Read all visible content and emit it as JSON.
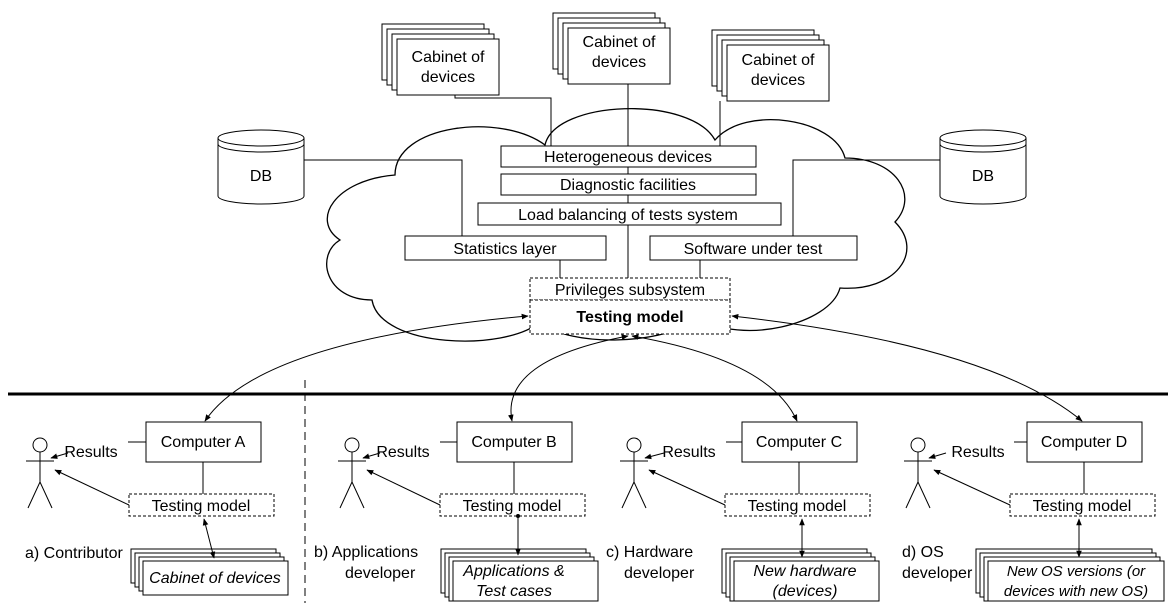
{
  "cabinets": [
    {
      "line1": "Cabinet of",
      "line2": "devices"
    },
    {
      "line1": "Cabinet of",
      "line2": "devices"
    },
    {
      "line1": "Cabinet of",
      "line2": "devices"
    }
  ],
  "databases": [
    "DB",
    "DB"
  ],
  "cloud_layers": {
    "heterogeneous": "Heterogeneous devices",
    "diagnostic": "Diagnostic facilities",
    "load_balancing": "Load balancing of tests system",
    "statistics": "Statistics layer",
    "software": "Software under test",
    "privileges": "Privileges subsystem",
    "testing_model": "Testing model"
  },
  "users": [
    {
      "computer": "Computer A",
      "results": "Results",
      "testing_model": "Testing model",
      "resource_lines": [
        "Cabinet of devices"
      ],
      "caption_lines": [
        "a) Contributor"
      ]
    },
    {
      "computer": "Computer B",
      "results": "Results",
      "testing_model": "Testing model",
      "resource_lines": [
        "Applications &",
        "Test cases"
      ],
      "caption_lines": [
        "b) Applications",
        "developer"
      ]
    },
    {
      "computer": "Computer C",
      "results": "Results",
      "testing_model": "Testing model",
      "resource_lines": [
        "New hardware",
        "(devices)"
      ],
      "caption_lines": [
        "c) Hardware",
        "developer"
      ]
    },
    {
      "computer": "Computer D",
      "results": "Results",
      "testing_model": "Testing model",
      "resource_lines": [
        "New OS versions (or",
        "devices with new OS)"
      ],
      "caption_lines": [
        "d) OS",
        "developer"
      ]
    }
  ]
}
